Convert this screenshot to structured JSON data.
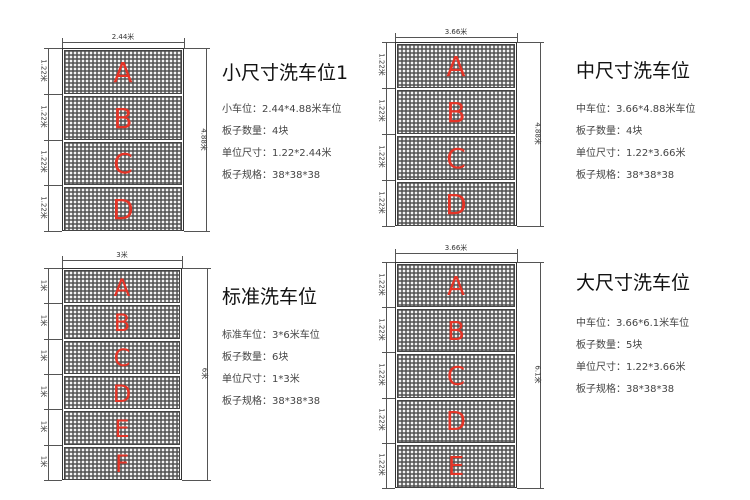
{
  "panels": [
    {
      "id": "small",
      "top_dim": "2.44米",
      "side_dim": "4.88米",
      "plate_dims": [
        "1.22米",
        "1.22米",
        "1.22米",
        "1.22米"
      ],
      "letters": [
        "A",
        "B",
        "C",
        "D"
      ],
      "title": "小尺寸洗车位1",
      "specs": [
        "小车位：2.44*4.88米车位",
        "板子数量：4块",
        "单位尺寸：1.22*2.44米",
        "板子规格：38*38*38"
      ]
    },
    {
      "id": "medium",
      "top_dim": "3.66米",
      "side_dim": "4.88米",
      "plate_dims": [
        "1.22米",
        "1.22米",
        "1.22米",
        "1.22米"
      ],
      "letters": [
        "A",
        "B",
        "C",
        "D"
      ],
      "title": "中尺寸洗车位",
      "specs": [
        "中车位：3.66*4.88米车位",
        "板子数量：4块",
        "单位尺寸：1.22*3.66米",
        "板子规格：38*38*38"
      ]
    },
    {
      "id": "standard",
      "top_dim": "3米",
      "side_dim": "6米",
      "plate_dims": [
        "1米",
        "1米",
        "1米",
        "1米",
        "1米",
        "1米"
      ],
      "letters": [
        "A",
        "B",
        "C",
        "D",
        "E",
        "F"
      ],
      "title": "标准洗车位",
      "specs": [
        "标准车位：3*6米车位",
        "板子数量：6块",
        "单位尺寸：1*3米",
        "板子规格：38*38*38"
      ]
    },
    {
      "id": "large",
      "top_dim": "3.66米",
      "side_dim": "6.1米",
      "plate_dims": [
        "1.22米",
        "1.22米",
        "1.22米",
        "1.22米",
        "1.22米"
      ],
      "letters": [
        "A",
        "B",
        "C",
        "D",
        "E"
      ],
      "title": "大尺寸洗车位",
      "specs": [
        "中车位：3.66*6.1米车位",
        "板子数量：5块",
        "单位尺寸：1.22*3.66米",
        "板子规格：38*38*38"
      ]
    }
  ],
  "colors": {
    "letter": "#e53326",
    "plate": "#5a5a5a",
    "hole": "#f4f4f4"
  }
}
